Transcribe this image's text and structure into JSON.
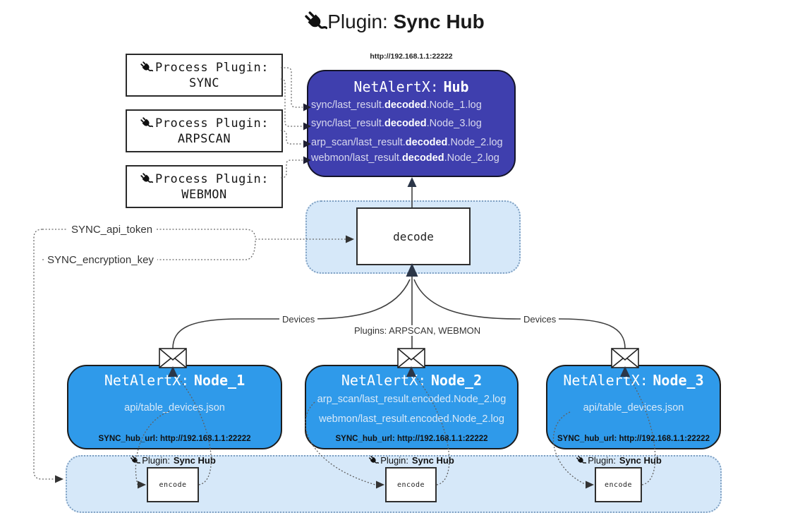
{
  "colors": {
    "hub_fill": "#3f3fae",
    "node_fill": "#2f9aea",
    "panel_fill": "#d6e8f9",
    "panel_border": "#7fa0c2",
    "line": "#3f3f3f",
    "arrow_dark": "#2b3648",
    "text_dark": "#1a1a1a",
    "node_text": "#d8e9f8"
  },
  "title": {
    "prefix": "Plugin:",
    "name": "Sync Hub"
  },
  "process_plugins": [
    {
      "label": "Process Plugin:",
      "name": "SYNC"
    },
    {
      "label": "Process Plugin:",
      "name": "ARPSCAN"
    },
    {
      "label": "Process Plugin:",
      "name": "WEBMON"
    }
  ],
  "hub": {
    "url": "http://192.168.1.1:22222",
    "title_prefix": "NetAlertX:",
    "title_name": "Hub",
    "entries": [
      {
        "pre": "sync/last_result.",
        "bold": "decoded",
        "post": ".Node_1.log"
      },
      {
        "pre": "sync/last_result.",
        "bold": "decoded",
        "post": ".Node_3.log"
      },
      {
        "pre": "arp_scan/last_result.",
        "bold": "decoded",
        "post": ".Node_2.log"
      },
      {
        "pre": "webmon/last_result.",
        "bold": "decoded",
        "post": ".Node_2.log"
      }
    ]
  },
  "decode": {
    "label": "decode"
  },
  "config": {
    "api_token": "SYNC_api_token",
    "encryption_key": "SYNC_encryption_key"
  },
  "edges": {
    "devices_left": "Devices",
    "plugins_center": "Plugins: ARPSCAN, WEBMON",
    "devices_right": "Devices"
  },
  "nodes": [
    {
      "title_prefix": "NetAlertX:",
      "title_name": "Node_1",
      "lines": [
        "api/table_devices.json"
      ],
      "hub_url": "SYNC_hub_url: http://192.168.1.1:22222"
    },
    {
      "title_prefix": "NetAlertX:",
      "title_name": "Node_2",
      "lines": [
        "arp_scan/last_result.encoded.Node_2.log",
        "webmon/last_result.encoded.Node_2.log"
      ],
      "hub_url": "SYNC_hub_url: http://192.168.1.1:22222"
    },
    {
      "title_prefix": "NetAlertX:",
      "title_name": "Node_3",
      "lines": [
        "api/table_devices.json"
      ],
      "hub_url": "SYNC_hub_url: http://192.168.1.1:22222"
    }
  ],
  "encoders": [
    {
      "label_prefix": "Plugin:",
      "label_name": "Sync Hub",
      "box": "encode"
    },
    {
      "label_prefix": "Plugin:",
      "label_name": "Sync Hub",
      "box": "encode"
    },
    {
      "label_prefix": "Plugin:",
      "label_name": "Sync Hub",
      "box": "encode"
    }
  ]
}
